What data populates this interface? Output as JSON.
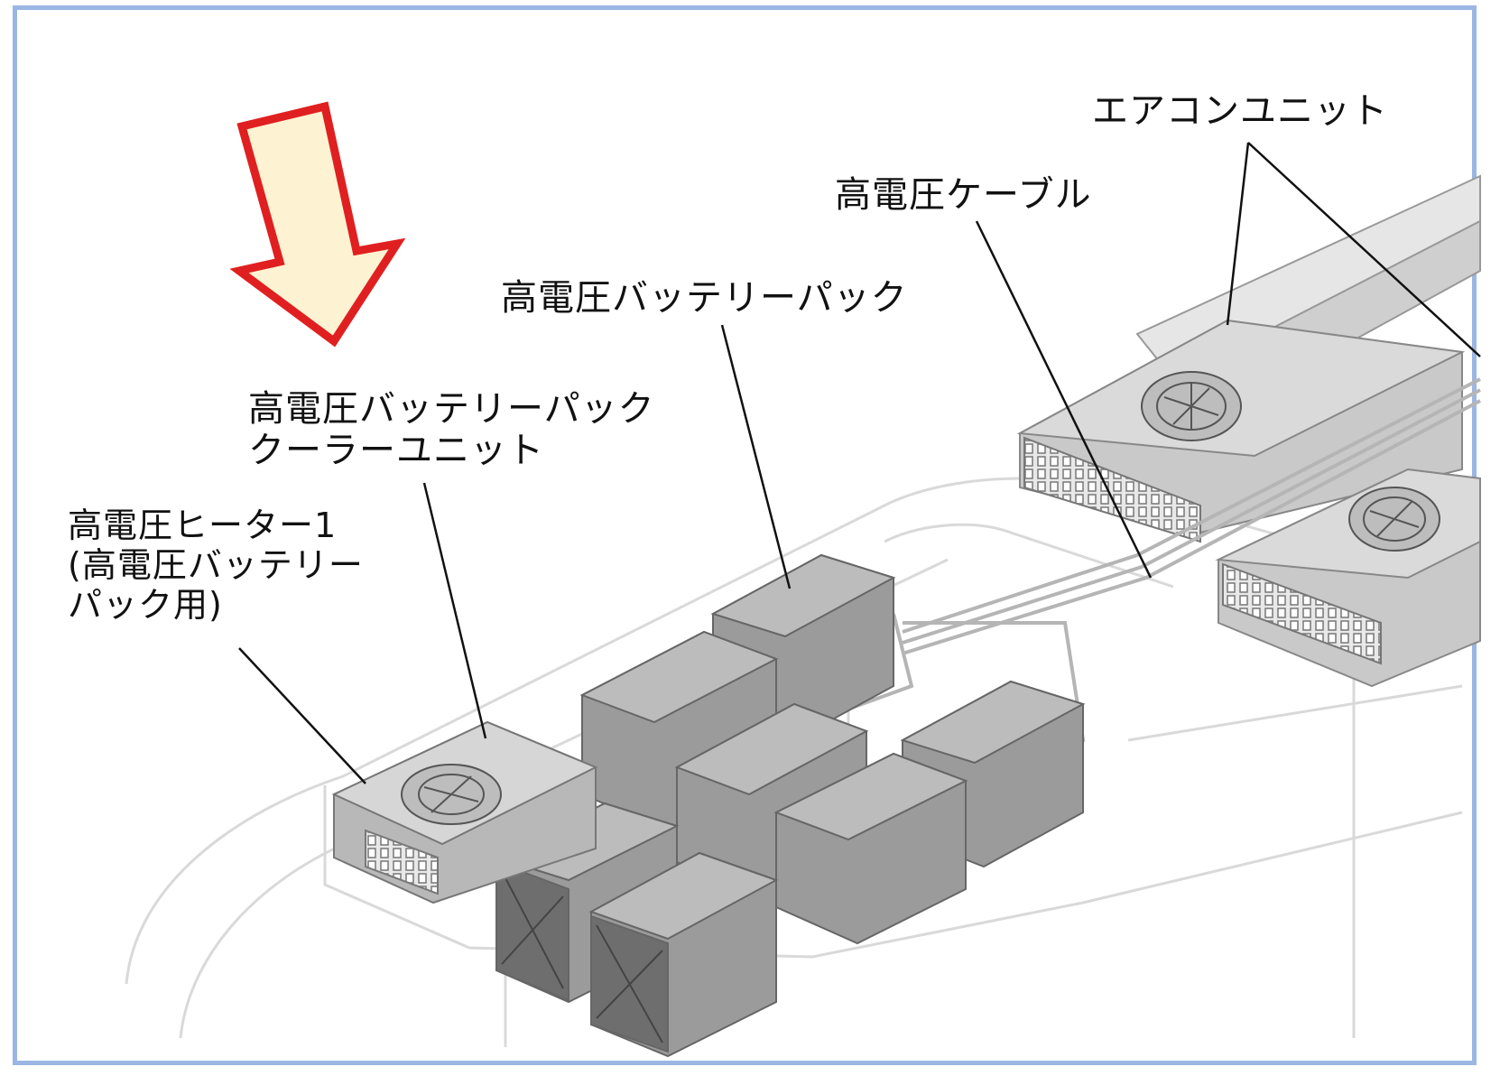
{
  "colors": {
    "arrow_fill": "#fdf3d2",
    "arrow_stroke": "#e02020",
    "frame": "#9bb6e3",
    "component_gray": "#9b9b9b",
    "component_dark": "#6e6e6e",
    "body_outline": "#d7d7d7"
  },
  "labels": {
    "heater": [
      "高電圧ヒーター1",
      "(高電圧バッテリー",
      "パック用)"
    ],
    "cooler": [
      "高電圧バッテリーパック",
      "クーラーユニット"
    ],
    "battery_pack": "高電圧バッテリーパック",
    "cable": "高電圧ケーブル",
    "aircon": "エアコンユニット"
  },
  "icons": {
    "direction": "down-left-arrow-icon",
    "fan": "fan-icon"
  }
}
